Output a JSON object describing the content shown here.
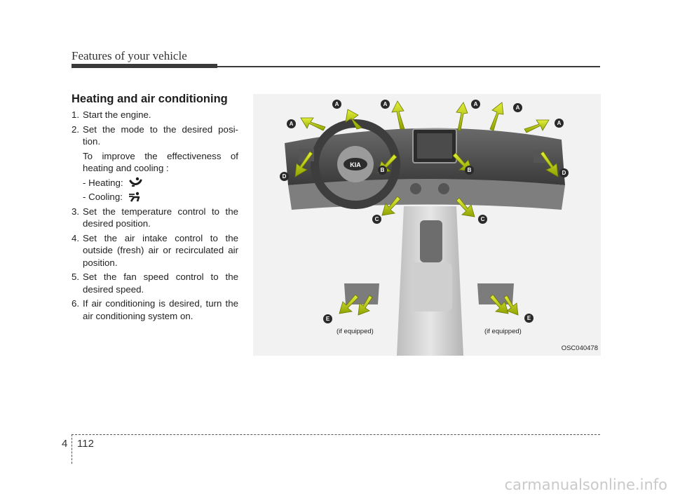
{
  "header": {
    "title": "Features of your vehicle"
  },
  "section": {
    "heading": "Heating and air conditioning"
  },
  "steps": [
    {
      "num": "1.",
      "text": "Start the engine."
    },
    {
      "num": "2.",
      "text": "Set the mode to the desired posi- tion."
    },
    {
      "sub": "To improve the effectiveness of heating and cooling :"
    },
    {
      "mode": "- Heating:",
      "icon": "heating-mode-icon"
    },
    {
      "mode": "- Cooling:",
      "icon": "cooling-mode-icon"
    },
    {
      "num": "3.",
      "text": "Set the temperature control to the desired position."
    },
    {
      "num": "4.",
      "text": "Set the air intake control to the outside (fresh) air or recirculated air position."
    },
    {
      "num": "5.",
      "text": "Set the fan speed control to the desired speed."
    },
    {
      "num": "6.",
      "text": "If air conditioning is desired, turn the air conditioning system on."
    }
  ],
  "figure": {
    "code": "OSC040478",
    "if_equipped_left": "(if equipped)",
    "if_equipped_right": "(if equipped)",
    "vent_labels": {
      "a": "A",
      "b": "B",
      "c": "C",
      "d": "D",
      "e": "E"
    },
    "logo_text": "KIA",
    "arrow_color": "#c8d400"
  },
  "footer": {
    "chapter": "4",
    "page": "112"
  },
  "watermark": "carmanualsonline.info"
}
